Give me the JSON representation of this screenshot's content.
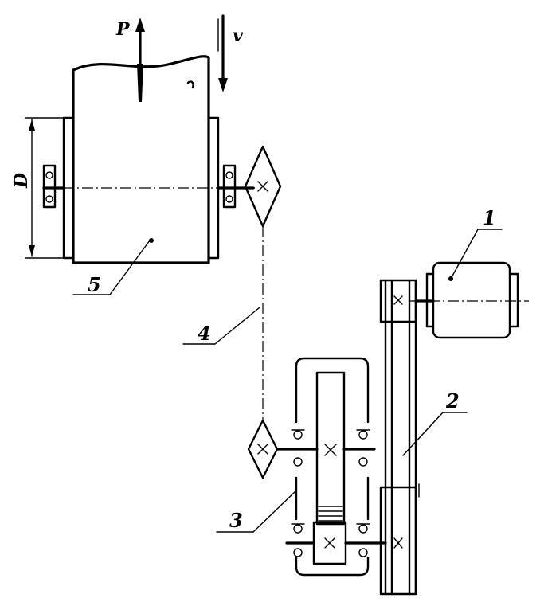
{
  "labels": {
    "force": "P",
    "velocity": "v",
    "diameter": "D",
    "motor": "1",
    "belt_drive": "2",
    "gearbox": "3",
    "chain_drive": "4",
    "drum": "5"
  }
}
